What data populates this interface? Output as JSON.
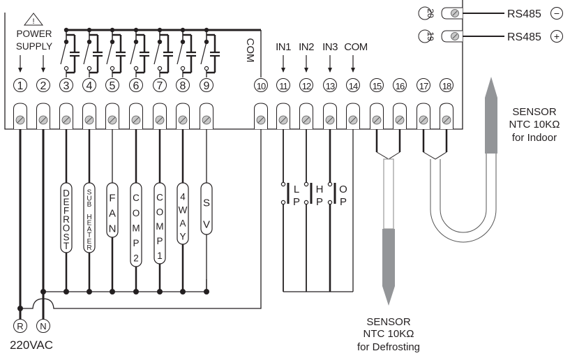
{
  "power": {
    "warning_symbol": "!",
    "label_line1": "POWER",
    "label_line2": "SUPPLY",
    "supply_label": "220VAC",
    "r_label": "R",
    "n_label": "N"
  },
  "terminals": [
    {
      "num": "1"
    },
    {
      "num": "2"
    },
    {
      "num": "3"
    },
    {
      "num": "4"
    },
    {
      "num": "5"
    },
    {
      "num": "6"
    },
    {
      "num": "7"
    },
    {
      "num": "8"
    },
    {
      "num": "9"
    },
    {
      "num": "10"
    },
    {
      "num": "11"
    },
    {
      "num": "12"
    },
    {
      "num": "13"
    },
    {
      "num": "14"
    },
    {
      "num": "15"
    },
    {
      "num": "16"
    },
    {
      "num": "17"
    },
    {
      "num": "18"
    }
  ],
  "com_relay_label": "COM",
  "inputs": [
    {
      "label": "IN1"
    },
    {
      "label": "IN2"
    },
    {
      "label": "IN3"
    },
    {
      "label": "COM"
    }
  ],
  "loads": [
    {
      "name": "defrost",
      "letters": [
        "D",
        "E",
        "F",
        "R",
        "O",
        "S",
        "T"
      ]
    },
    {
      "name": "sub-heater",
      "letters": [
        "S",
        "U",
        "B",
        "",
        "H",
        "E",
        "A",
        "T",
        "E",
        "R"
      ]
    },
    {
      "name": "fan",
      "letters": [
        "F",
        "A",
        "N"
      ]
    },
    {
      "name": "comp2",
      "letters": [
        "C",
        "O",
        "M",
        "P",
        "2"
      ]
    },
    {
      "name": "comp1",
      "letters": [
        "C",
        "O",
        "M",
        "P",
        "1"
      ]
    },
    {
      "name": "4way",
      "letters": [
        "4",
        "W",
        "A",
        "Y"
      ]
    },
    {
      "name": "sv",
      "letters": [
        "S",
        "V"
      ]
    }
  ],
  "pressure_switches": [
    {
      "name": "lp",
      "line1": "L",
      "line2": "P"
    },
    {
      "name": "hp",
      "line1": "H",
      "line2": "P"
    },
    {
      "name": "op",
      "line1": "O",
      "line2": "P"
    }
  ],
  "rs485": [
    {
      "num": "20",
      "label": "RS485",
      "polarity": "−"
    },
    {
      "num": "19",
      "label": "RS485",
      "polarity": "+"
    }
  ],
  "sensor_defrost": {
    "line1": "SENSOR",
    "line2": "NTC 10KΩ",
    "line3": "for Defrosting"
  },
  "sensor_indoor": {
    "line1": "SENSOR",
    "line2": "NTC 10KΩ",
    "line3": "for Indoor"
  },
  "colors": {
    "wire": "#231f20",
    "probe": "#939598",
    "screw": "#c8c8c8"
  }
}
